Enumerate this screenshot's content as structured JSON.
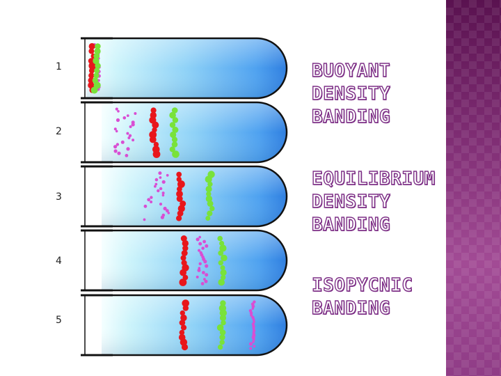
{
  "tube_labels": [
    "1",
    "2",
    "3",
    "4",
    "5"
  ],
  "headings": [
    [
      "BUOYANT",
      "DENSITY",
      "BANDING"
    ],
    [
      "EQUILIBRIUM",
      "DENSITY",
      "BANDING"
    ],
    [
      "ISOPYCNIC",
      "BANDING"
    ]
  ],
  "colors": {
    "red_band": "#e8161b",
    "green_band": "#79e23a",
    "magenta_band": "#d94ed3",
    "heading_text": "#ffffff",
    "heading_outline": "#7d2f86",
    "side_panel": "#6a1f5c"
  },
  "tubes": [
    {
      "red": 0.034,
      "green": 0.055,
      "magenta": 0.06,
      "magenta_spread": 0.012
    },
    {
      "red": 0.345,
      "green": 0.44,
      "magenta": 0.2,
      "magenta_spread": 0.05
    },
    {
      "red": 0.475,
      "green": 0.62,
      "magenta": 0.355,
      "magenta_spread": 0.065
    },
    {
      "red": 0.49,
      "green": 0.68,
      "magenta": 0.575,
      "magenta_spread": 0.03
    },
    {
      "red": 0.49,
      "green": 0.68,
      "magenta": 0.83,
      "magenta_spread": 0.01
    }
  ]
}
